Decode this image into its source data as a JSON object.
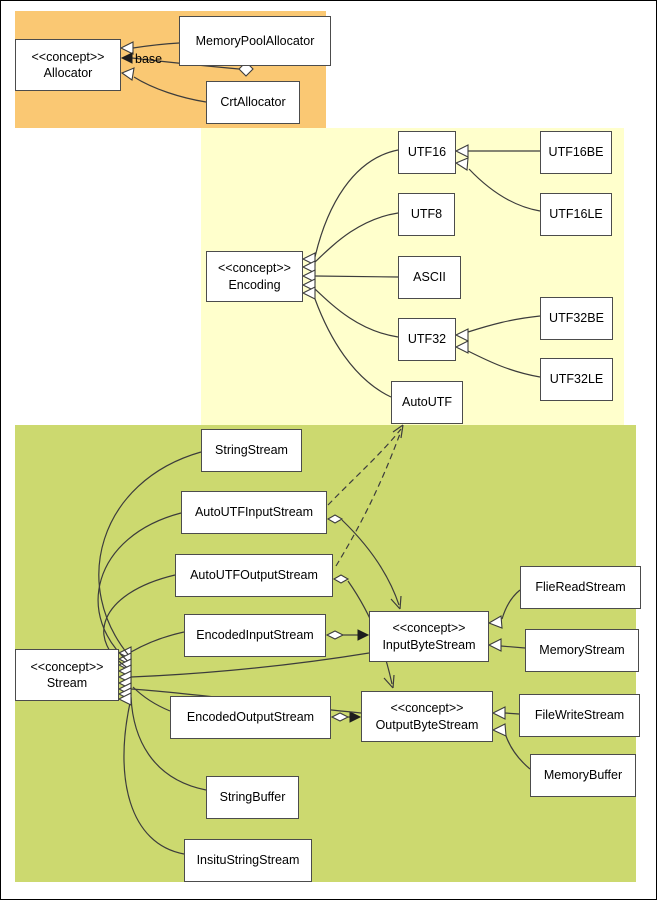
{
  "diagram_type": "uml-class-diagram",
  "regions": {
    "allocator": {
      "color": "#fac873"
    },
    "encoding": {
      "color": "#ffffcc"
    },
    "stream": {
      "color": "#ccd96f"
    }
  },
  "labels": {
    "base": "base"
  },
  "nodes": {
    "allocator": {
      "stereotype": "<<concept>>",
      "name": "Allocator"
    },
    "memoryPoolAllocator": {
      "name": "MemoryPoolAllocator"
    },
    "crtAllocator": {
      "name": "CrtAllocator"
    },
    "encoding": {
      "stereotype": "<<concept>>",
      "name": "Encoding"
    },
    "utf16": {
      "name": "UTF16"
    },
    "utf8": {
      "name": "UTF8"
    },
    "ascii": {
      "name": "ASCII"
    },
    "utf32": {
      "name": "UTF32"
    },
    "autoUtf": {
      "name": "AutoUTF"
    },
    "utf16be": {
      "name": "UTF16BE"
    },
    "utf16le": {
      "name": "UTF16LE"
    },
    "utf32be": {
      "name": "UTF32BE"
    },
    "utf32le": {
      "name": "UTF32LE"
    },
    "stream": {
      "stereotype": "<<concept>>",
      "name": "Stream"
    },
    "stringStream": {
      "name": "StringStream"
    },
    "autoUtfInputStream": {
      "name": "AutoUTFInputStream"
    },
    "autoUtfOutputStream": {
      "name": "AutoUTFOutputStream"
    },
    "encodedInputStream": {
      "name": "EncodedInputStream"
    },
    "encodedOutputStream": {
      "name": "EncodedOutputStream"
    },
    "stringBuffer": {
      "name": "StringBuffer"
    },
    "insituStringStream": {
      "name": "InsituStringStream"
    },
    "inputByteStream": {
      "stereotype": "<<concept>>",
      "name": "InputByteStream"
    },
    "outputByteStream": {
      "stereotype": "<<concept>>",
      "name": "OutputByteStream"
    },
    "fileReadStream": {
      "name": "FlieReadStream"
    },
    "memoryStream": {
      "name": "MemoryStream"
    },
    "fileWriteStream": {
      "name": "FileWriteStream"
    },
    "memoryBuffer": {
      "name": "MemoryBuffer"
    }
  },
  "edges": [
    {
      "from": "MemoryPoolAllocator",
      "to": "Allocator",
      "type": "implements"
    },
    {
      "from": "MemoryPoolAllocator",
      "to": "Allocator",
      "type": "aggregation",
      "label": "base"
    },
    {
      "from": "CrtAllocator",
      "to": "Allocator",
      "type": "implements"
    },
    {
      "from": "UTF16",
      "to": "Encoding",
      "type": "implements"
    },
    {
      "from": "UTF8",
      "to": "Encoding",
      "type": "implements"
    },
    {
      "from": "ASCII",
      "to": "Encoding",
      "type": "implements"
    },
    {
      "from": "UTF32",
      "to": "Encoding",
      "type": "implements"
    },
    {
      "from": "AutoUTF",
      "to": "Encoding",
      "type": "implements"
    },
    {
      "from": "UTF16BE",
      "to": "UTF16",
      "type": "implements"
    },
    {
      "from": "UTF16LE",
      "to": "UTF16",
      "type": "implements"
    },
    {
      "from": "UTF32BE",
      "to": "UTF32",
      "type": "implements"
    },
    {
      "from": "UTF32LE",
      "to": "UTF32",
      "type": "implements"
    },
    {
      "from": "StringStream",
      "to": "Stream",
      "type": "implements"
    },
    {
      "from": "AutoUTFInputStream",
      "to": "Stream",
      "type": "implements"
    },
    {
      "from": "AutoUTFOutputStream",
      "to": "Stream",
      "type": "implements"
    },
    {
      "from": "EncodedInputStream",
      "to": "Stream",
      "type": "implements"
    },
    {
      "from": "EncodedOutputStream",
      "to": "Stream",
      "type": "implements"
    },
    {
      "from": "StringBuffer",
      "to": "Stream",
      "type": "implements"
    },
    {
      "from": "InsituStringStream",
      "to": "Stream",
      "type": "implements"
    },
    {
      "from": "InputByteStream",
      "to": "Stream",
      "type": "implements"
    },
    {
      "from": "OutputByteStream",
      "to": "Stream",
      "type": "implements"
    },
    {
      "from": "AutoUTFInputStream",
      "to": "AutoUTF",
      "type": "dependency"
    },
    {
      "from": "AutoUTFOutputStream",
      "to": "AutoUTF",
      "type": "dependency"
    },
    {
      "from": "AutoUTFInputStream",
      "to": "InputByteStream",
      "type": "aggregation"
    },
    {
      "from": "AutoUTFOutputStream",
      "to": "OutputByteStream",
      "type": "aggregation"
    },
    {
      "from": "EncodedInputStream",
      "to": "InputByteStream",
      "type": "aggregation"
    },
    {
      "from": "EncodedOutputStream",
      "to": "OutputByteStream",
      "type": "aggregation"
    },
    {
      "from": "FlieReadStream",
      "to": "InputByteStream",
      "type": "implements"
    },
    {
      "from": "MemoryStream",
      "to": "InputByteStream",
      "type": "implements"
    },
    {
      "from": "FileWriteStream",
      "to": "OutputByteStream",
      "type": "implements"
    },
    {
      "from": "MemoryBuffer",
      "to": "OutputByteStream",
      "type": "implements"
    }
  ]
}
